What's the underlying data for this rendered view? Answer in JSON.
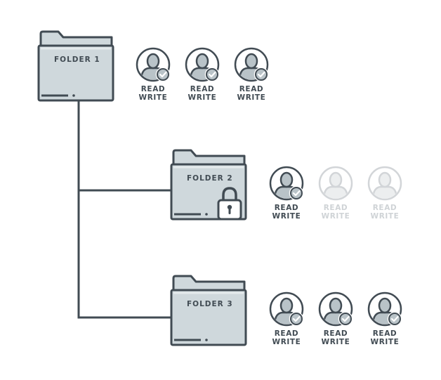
{
  "colors": {
    "stroke": "#414b53",
    "folder_fill": "#cfd8dc",
    "user_fill": "#b9c3c8",
    "text": "#414b53",
    "muted_stroke": "#d2d5d8",
    "muted_fill": "#eceeef",
    "muted_text": "#cfd3d6",
    "check_fill": "#b9c3c8"
  },
  "folders": [
    {
      "label": "FOLDER 1",
      "locked": false,
      "users": [
        {
          "read": "READ",
          "write": "WRITE",
          "active": true
        },
        {
          "read": "READ",
          "write": "WRITE",
          "active": true
        },
        {
          "read": "READ",
          "write": "WRITE",
          "active": true
        }
      ]
    },
    {
      "label": "FOLDER 2",
      "locked": true,
      "users": [
        {
          "read": "READ",
          "write": "WRITE",
          "active": true
        },
        {
          "read": "READ",
          "write": "WRITE",
          "active": false
        },
        {
          "read": "READ",
          "write": "WRITE",
          "active": false
        }
      ]
    },
    {
      "label": "FOLDER 3",
      "locked": false,
      "users": [
        {
          "read": "READ",
          "write": "WRITE",
          "active": true
        },
        {
          "read": "READ",
          "write": "WRITE",
          "active": true
        },
        {
          "read": "READ",
          "write": "WRITE",
          "active": true
        }
      ]
    }
  ]
}
